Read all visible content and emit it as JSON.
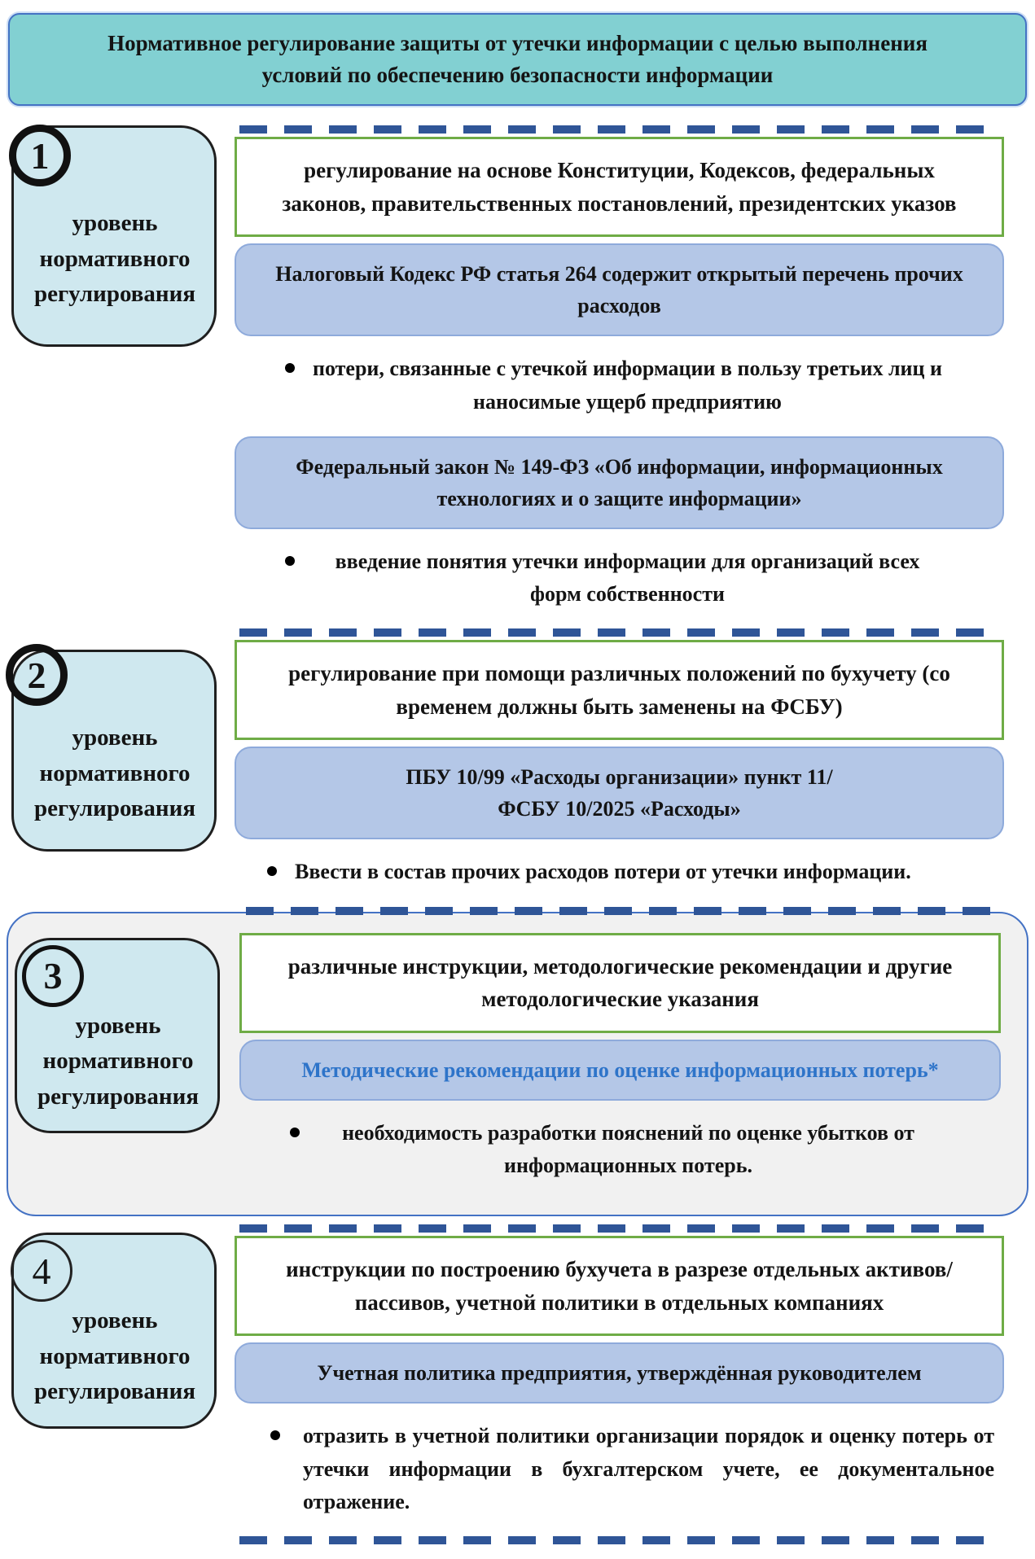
{
  "header": {
    "title": "Нормативное регулирование защиты от утечки информации с целью выполнения условий по обеспечению безопасности информации"
  },
  "levels": [
    {
      "number": "1",
      "label": "уровень нормативного регулирования",
      "green": "регулирование на основе Конституции, Кодексов, федеральных законов, правительственных постановлений, президентских указов",
      "blue1": "Налоговый Кодекс РФ статья 264 содержит открытый перечень прочих расходов",
      "bullet1": "потери, связанные с утечкой информации в пользу третьих лиц и наносимые ущерб предприятию",
      "blue2": "Федеральный закон № 149-ФЗ «Об информации, информационных технологиях и о защите информации»",
      "bullet2": "введение понятия утечки информации для организаций всех форм собственности"
    },
    {
      "number": "2",
      "label": "уровень нормативного регулирования",
      "green": "регулирование при помощи различных положений по бухучету (со временем должны быть заменены на ФСБУ)",
      "blue_line1": "ПБУ 10/99 «Расходы организации» пункт 11/",
      "blue_line2": "ФСБУ 10/2025 «Расходы»",
      "bullet": "Ввести в состав прочих расходов потери от утечки информации."
    },
    {
      "number": "3",
      "label": "уровень нормативного регулирования",
      "green": "различные инструкции, методологические рекомендации и другие методологические указания",
      "blue": "Методические рекомендации по оценке информационных потерь*",
      "bullet": "необходимость разработки пояснений по оценке убытков от информационных потерь."
    },
    {
      "number": "4",
      "label": "уровень нормативного регулирования",
      "green": "инструкции по построению бухучета в разрезе отдельных активов/пассивов, учетной политики в отдельных компаниях",
      "blue": "Учетная политика предприятия, утверждённая руководителем",
      "bullet": "отразить в учетной политики организации порядок и оценку потерь от утечки информации в бухгалтерском учете, ее документальное отражение."
    }
  ],
  "colors": {
    "header_fill": "#82d0d2",
    "header_border": "#4472c4",
    "badge_fill": "#cfe8ef",
    "green_border": "#6fac46",
    "blue_box_fill": "#b4c7e7",
    "blue_box_border": "#8eaadb",
    "dash_blue": "#2f5597",
    "link_blue": "#2e74c9",
    "section3_fill": "#f1f1f1",
    "section3_border": "#4472c4"
  }
}
